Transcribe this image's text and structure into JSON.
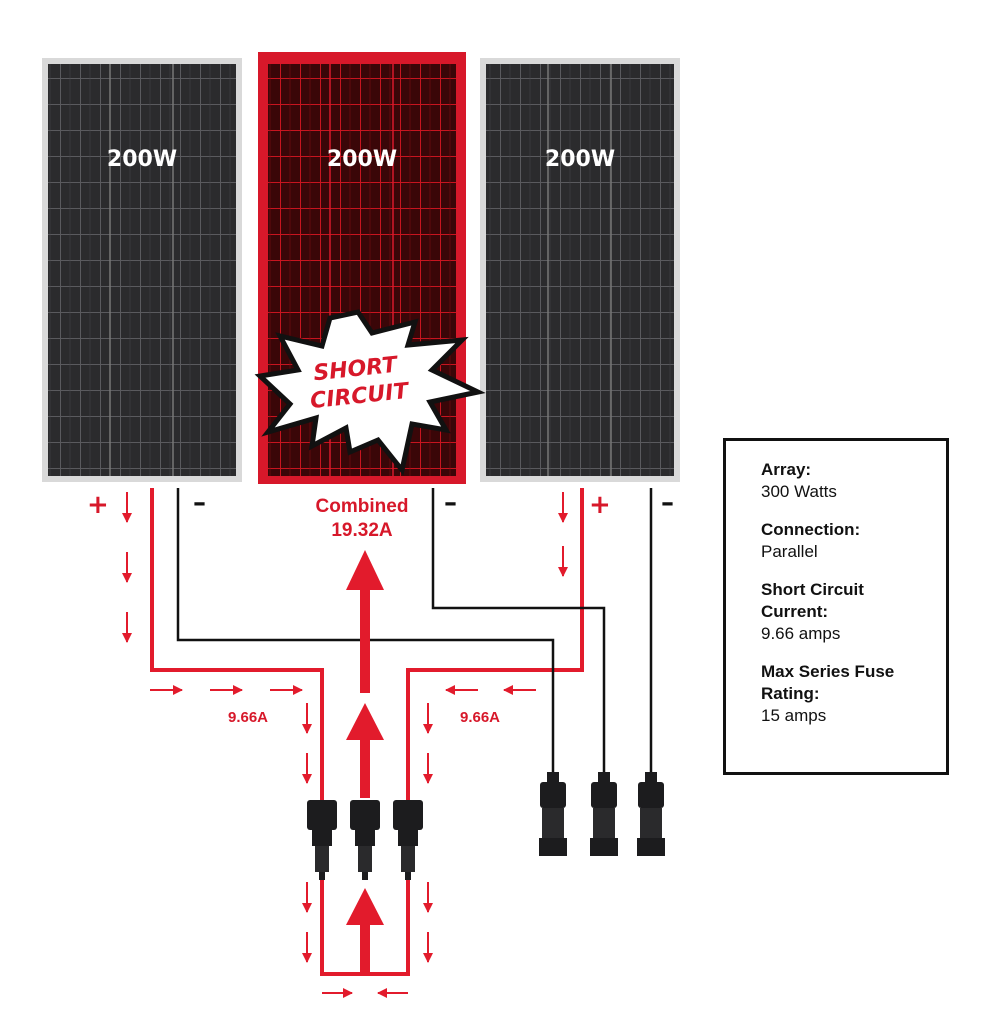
{
  "panels": [
    {
      "label": "200W",
      "state": "normal"
    },
    {
      "label": "200W",
      "state": "shorted"
    },
    {
      "label": "200W",
      "state": "normal"
    }
  ],
  "burst": {
    "line1": "SHORT",
    "line2": "CIRCUIT"
  },
  "signs": {
    "positive": "+",
    "negative": "–"
  },
  "currents": {
    "left": "9.66A",
    "right": "9.66A",
    "combined_line1": "Combined",
    "combined_line2": "19.32A"
  },
  "info": [
    {
      "label": "Array:",
      "value": "300 Watts"
    },
    {
      "label": "Connection:",
      "value": "Parallel"
    },
    {
      "label": "Short Circuit Current:",
      "value": "9.66 amps"
    },
    {
      "label": "Max Series Fuse Rating:",
      "value": "15 amps"
    }
  ],
  "colors": {
    "wire_positive": "#e21b2c",
    "wire_negative": "#111111",
    "shorted_panel": "#d7182a"
  }
}
